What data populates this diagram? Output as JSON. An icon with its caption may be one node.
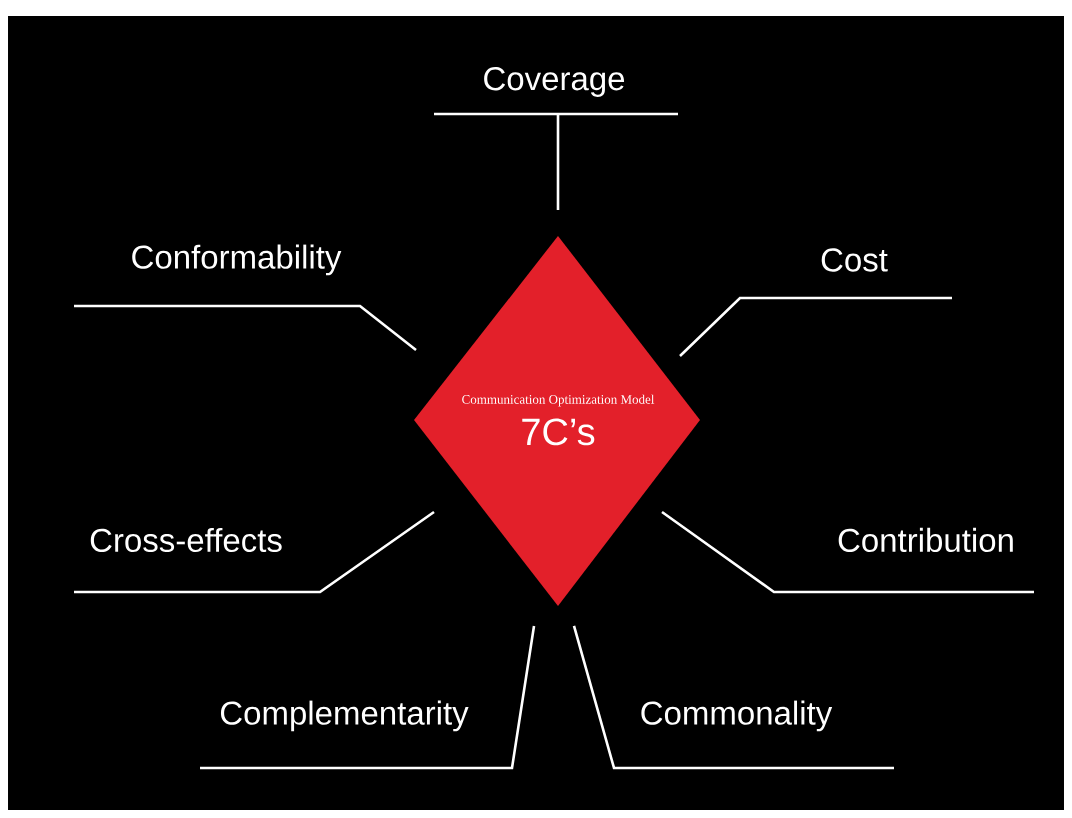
{
  "diagram": {
    "nodes": [
      {
        "text": [
          "Communication Optimization Model",
          "7C’s"
        ]
      },
      {
        "text": [
          "Coverage"
        ]
      },
      {
        "text": [
          "Conformability"
        ]
      },
      {
        "text": [
          "Cost"
        ]
      },
      {
        "text": [
          "Cross-effects"
        ]
      },
      {
        "text": [
          "Contribution"
        ]
      },
      {
        "text": [
          "Complementarity"
        ]
      },
      {
        "text": [
          "Commonality"
        ]
      }
    ],
    "edges": [
      {
        "from": 1,
        "to": 0,
        "arrow": "none"
      },
      {
        "from": 2,
        "to": 0,
        "arrow": "none"
      },
      {
        "from": 3,
        "to": 0,
        "arrow": "none"
      },
      {
        "from": 4,
        "to": 0,
        "arrow": "none"
      },
      {
        "from": 5,
        "to": 0,
        "arrow": "none"
      },
      {
        "from": 6,
        "to": 0,
        "arrow": "none"
      },
      {
        "from": 7,
        "to": 0,
        "arrow": "none"
      }
    ]
  }
}
